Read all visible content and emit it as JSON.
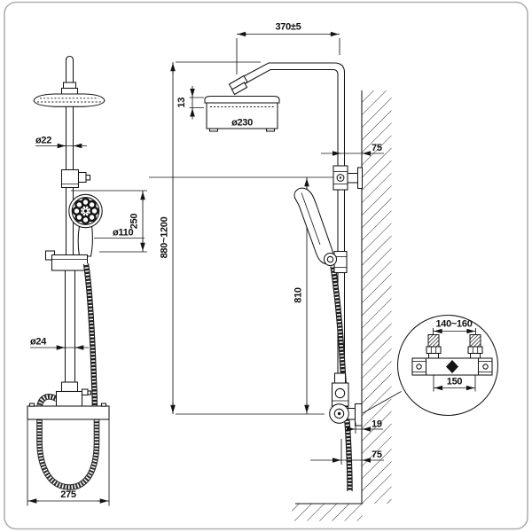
{
  "canvas": {
    "background": "#ffffff",
    "border_color": "#b0b0b0",
    "line_color": "#141414"
  },
  "dims": {
    "arm_projection": "370±5",
    "upper_pipe_d": "ø22",
    "head_thickness": "13",
    "head_d": "ø230",
    "overall_height": "880~1200",
    "hand_shower_len": "250",
    "hand_shower_d": "ø110",
    "top_wall_offset": "75",
    "bar_height": "810",
    "lower_pipe_d": "ø24",
    "mixer_width": "275",
    "mixer_wall_gap": "19",
    "bottom_wall_offset": "75",
    "inlet_span_range": "140~160",
    "inlet_span": "150"
  }
}
